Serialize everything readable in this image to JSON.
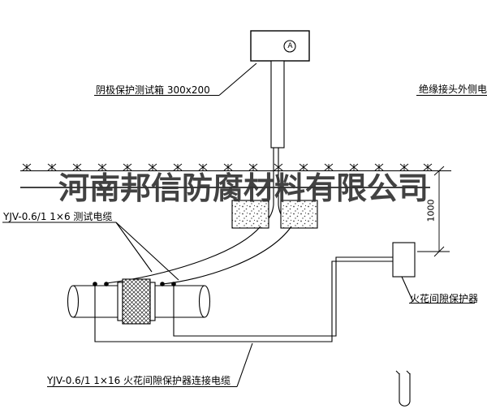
{
  "drawing": {
    "background_color": "#ffffff",
    "line_color": "#000000",
    "watermark_color": "#333333"
  },
  "watermark": {
    "text": "河南邦信防腐材料有限公司"
  },
  "labels": {
    "test_box": "阴极保护测试箱 300x200",
    "insulated_joint_cable": "绝缘接头外侧电缆",
    "test_cable": "YJV-0.6/1 1×6  测试电缆",
    "spark_gap_protector": "火花间隙保护器",
    "spark_gap_cable": "YJV-0.6/1 1×16  火花间隙保护器连接电缆",
    "dimension_height": "1000",
    "ammeter": "A"
  }
}
